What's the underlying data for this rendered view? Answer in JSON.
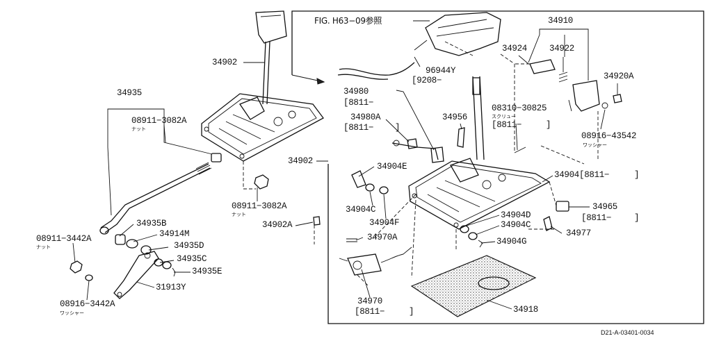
{
  "diagram": {
    "ref_fig": "FIG. H63−09参照",
    "footer_code": "D21-A-03401-0034",
    "labels": {
      "p34902_top": "34902",
      "p34935": "34935",
      "p08911_3082A_a": "08911−3082A",
      "nut_a": "ナット",
      "p34902_mid": "34902",
      "p08911_3082A_b": "08911−3082A",
      "nut_b": "ナット",
      "p34902A": "34902A",
      "p34935B": "34935B",
      "p34914M": "34914M",
      "p34935D": "34935D",
      "p34935C": "34935C",
      "p34935E": "34935E",
      "p31913Y": "31913Y",
      "p08911_3442A": "08911−3442A",
      "nut_c": "ナット",
      "p08916_3442A": "08916−3442A",
      "washer_a": "ワッシャー",
      "p96944Y": "96944Y",
      "p9208": "[9208−",
      "p34980": "34980",
      "p8811_a": "[8811−",
      "p34980A": "34980A",
      "p8811_b": "[8811−",
      "bracket_b": "]",
      "p34956": "34956",
      "p08310_30825": "08310−30825",
      "screw": "スクリュー",
      "p8811_c": "[8811−",
      "bracket_c": "]",
      "p34910": "34910",
      "p34924": "34924",
      "p34922": "34922",
      "p34920A": "34920A",
      "p08916_43542": "08916−43542",
      "washer_b": "ワッシャー",
      "p34904E": "34904E",
      "p34904_8811": "34904[8811−",
      "bracket_d": "]",
      "p34904C_a": "34904C",
      "p34904F": "34904F",
      "p34965": "34965",
      "p8811_d": "[8811−",
      "bracket_e": "]",
      "p34904D": "34904D",
      "p34904C_b": "34904C",
      "p34977": "34977",
      "p34904G": "34904G",
      "p34970A": "34970A",
      "p34970": "34970",
      "p8811_e": "[8811−",
      "bracket_f": "]",
      "p34918": "34918"
    }
  }
}
